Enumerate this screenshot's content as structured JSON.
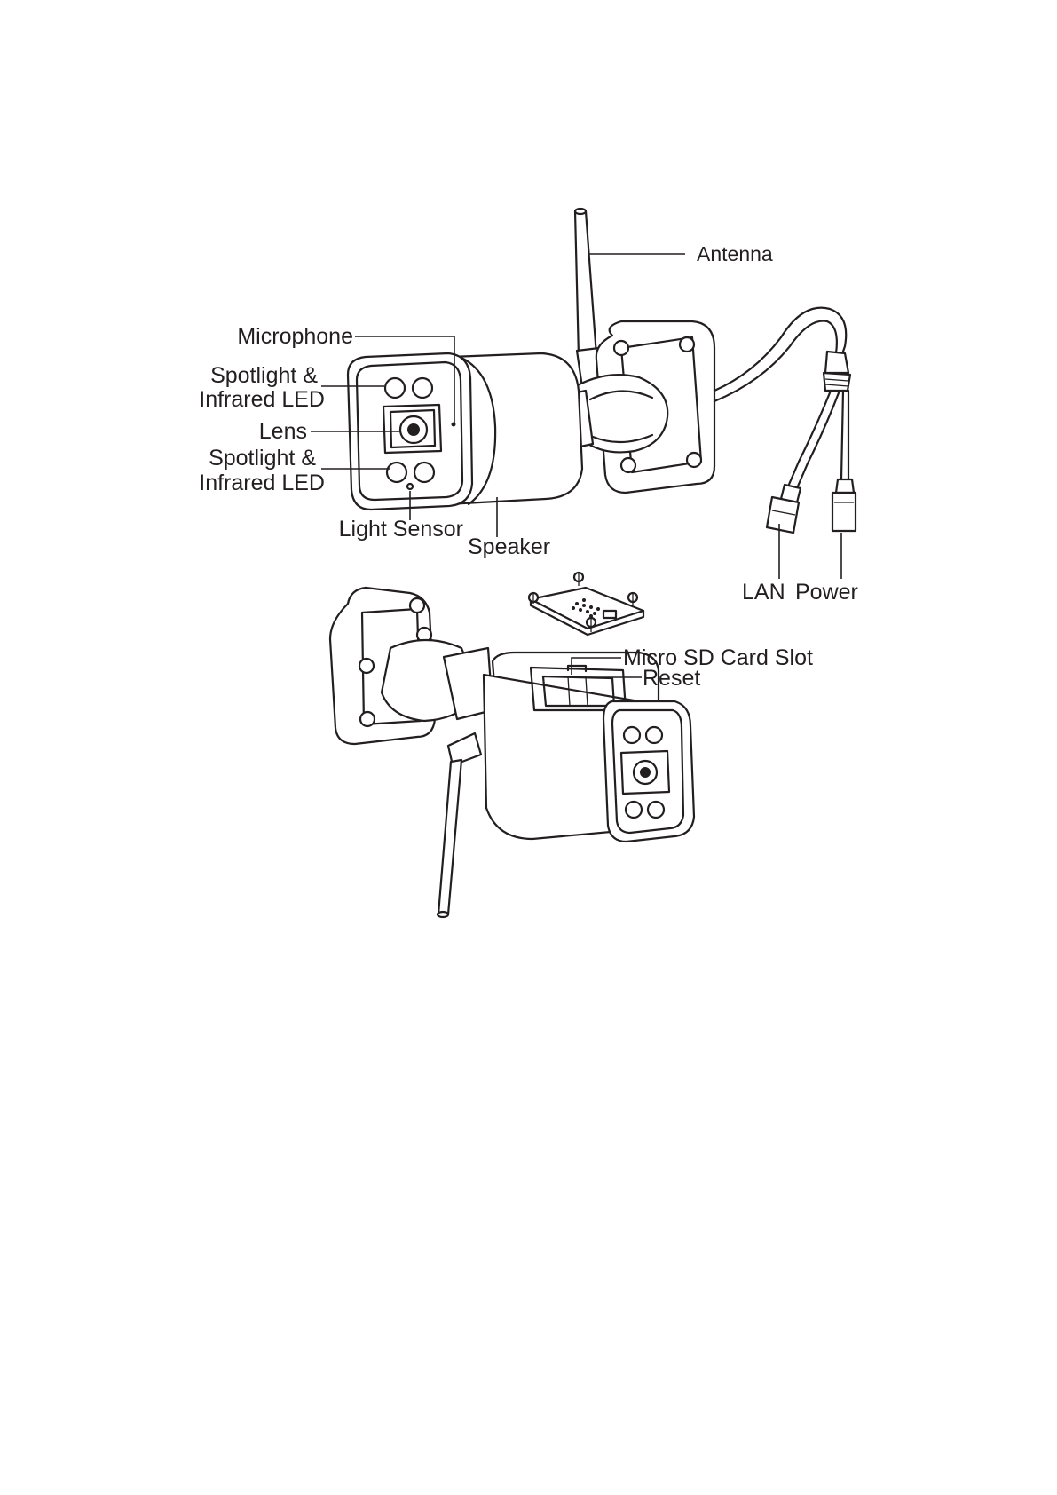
{
  "labels": {
    "antenna": "Antenna",
    "microphone": "Microphone",
    "spotlight_top_1": "Spotlight &",
    "spotlight_top_2": "Infrared LED",
    "lens": "Lens",
    "spotlight_bottom_1": "Spotlight &",
    "spotlight_bottom_2": "Infrared LED",
    "light_sensor": "Light Sensor",
    "speaker": "Speaker",
    "lan": "LAN",
    "power": "Power",
    "micro_sd": "Micro SD Card Slot",
    "reset": "Reset"
  },
  "colors": {
    "line": "#231f20",
    "background": "#ffffff"
  }
}
